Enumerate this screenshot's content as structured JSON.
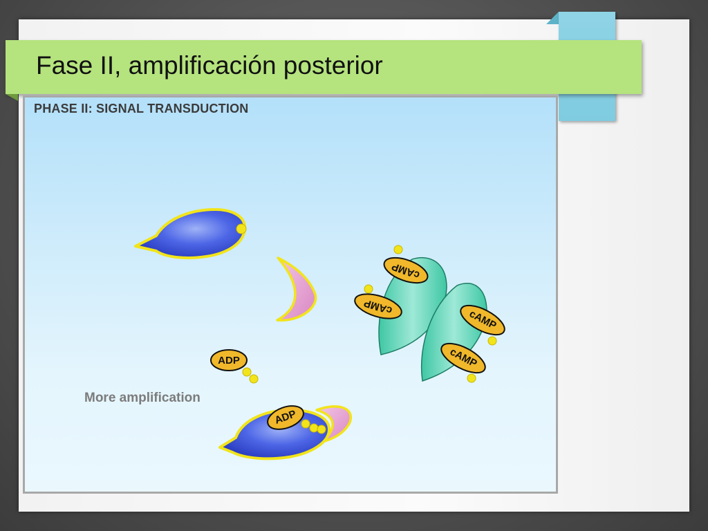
{
  "slide": {
    "title": "Fase II, amplificación posterior"
  },
  "figure": {
    "heading": "PHASE II: SIGNAL TRANSDUCTION",
    "note": "More amplification",
    "labels": {
      "adp": "ADP",
      "camp": "cAMP"
    }
  },
  "colors": {
    "title_bar": "#b5e37e",
    "accent": "#8fd4e6",
    "protein_blue": "#2f48d6",
    "outline_yellow": "#f2e41a",
    "kinase_teal": "#56d1b0",
    "label_orange": "#f0b82a",
    "crescent_pink": "#e6a3d0"
  }
}
